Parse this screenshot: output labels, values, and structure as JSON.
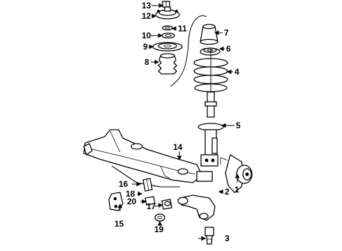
{
  "diagram": {
    "callouts": {
      "p1": "1",
      "p2": "2",
      "p3": "3",
      "p4": "4",
      "p5": "5",
      "p6": "6",
      "p7": "7",
      "p8": "8",
      "p9": "9",
      "p10": "10",
      "p11": "11",
      "p12": "12",
      "p13": "13",
      "p14": "14",
      "p15": "15",
      "p16": "16",
      "p17": "17",
      "p18": "18",
      "p19": "19",
      "p20": "20"
    }
  }
}
